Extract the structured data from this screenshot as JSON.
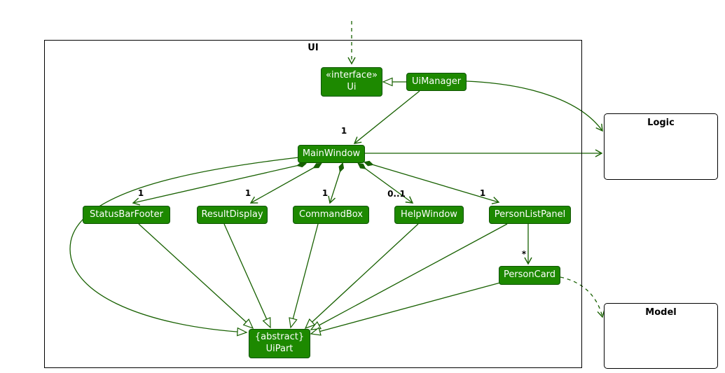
{
  "frame": {
    "label": "UI"
  },
  "classes": {
    "ui": {
      "stereotype": "«interface»",
      "name": "Ui"
    },
    "uimanager": {
      "name": "UiManager"
    },
    "mainwindow": {
      "name": "MainWindow"
    },
    "statusbarfooter": {
      "name": "StatusBarFooter"
    },
    "resultdisplay": {
      "name": "ResultDisplay"
    },
    "commandbox": {
      "name": "CommandBox"
    },
    "helpwindow": {
      "name": "HelpWindow"
    },
    "personlistpanel": {
      "name": "PersonListPanel"
    },
    "personcard": {
      "name": "PersonCard"
    },
    "uipart": {
      "modifier": "{abstract}",
      "name": "UiPart"
    }
  },
  "external": {
    "logic": {
      "title": "Logic"
    },
    "model": {
      "title": "Model"
    }
  },
  "multiplicities": {
    "uimanager_mainwindow": "1",
    "mainwindow_statusbarfooter": "1",
    "mainwindow_resultdisplay": "1",
    "mainwindow_commandbox": "1",
    "mainwindow_helpwindow": "0..1",
    "mainwindow_personlistpanel": "1",
    "personlistpanel_personcard": "*"
  },
  "colors": {
    "class_fill": "#1d8900",
    "class_border": "#0e5400",
    "edge": "#176000",
    "frame_border": "#000000"
  }
}
